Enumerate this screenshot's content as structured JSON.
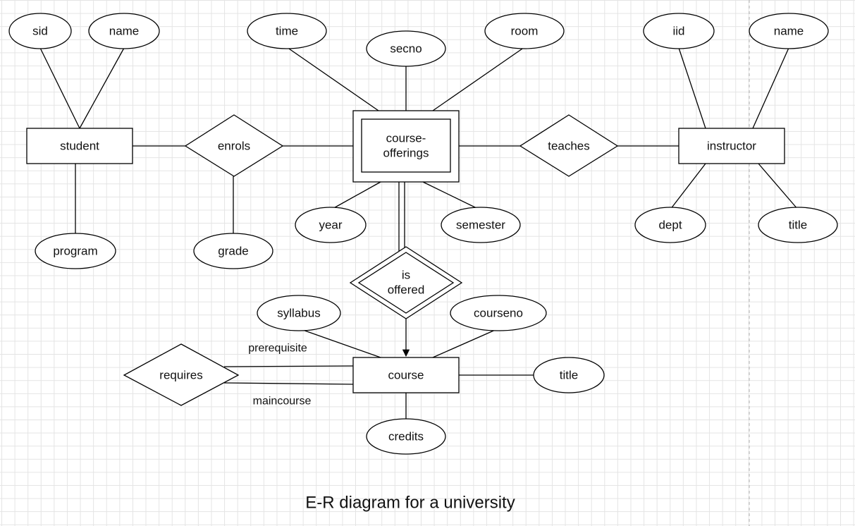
{
  "page": {
    "caption": "E-R diagram for a university"
  },
  "entities": {
    "student": "student",
    "course_offerings": [
      "course-",
      "offerings"
    ],
    "instructor": "instructor",
    "course": "course"
  },
  "relationships": {
    "enrols": "enrols",
    "teaches": "teaches",
    "is_offered": [
      "is",
      "offered"
    ],
    "requires": "requires"
  },
  "attributes": {
    "student_sid": "sid",
    "student_name": "name",
    "student_program": "program",
    "enrols_grade": "grade",
    "offering_time": "time",
    "offering_secno": "secno",
    "offering_room": "room",
    "offering_year": "year",
    "offering_semester": "semester",
    "instructor_iid": "iid",
    "instructor_name": "name",
    "instructor_dept": "dept",
    "instructor_title": "title",
    "course_syllabus": "syllabus",
    "course_courseno": "courseno",
    "course_title": "title",
    "course_credits": "credits"
  },
  "role_labels": {
    "prerequisite": "prerequisite",
    "maincourse": "maincourse"
  }
}
